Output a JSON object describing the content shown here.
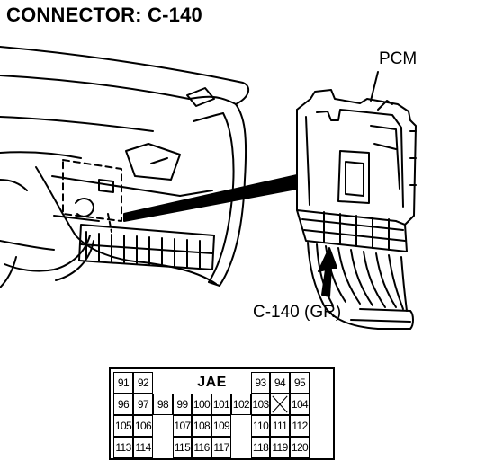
{
  "title": "CONNECTOR: C-140",
  "labels": {
    "pcm": "PCM",
    "connector": "C-140 (GR)"
  },
  "pinout": {
    "brand": "JAE",
    "rows": [
      [
        "91",
        "92",
        "",
        "",
        "",
        "",
        "",
        "93",
        "94",
        "95"
      ],
      [
        "96",
        "97",
        "98",
        "99",
        "100",
        "101",
        "102",
        "103",
        "X",
        "104"
      ],
      [
        "105",
        "106",
        "",
        "107",
        "108",
        "109",
        "",
        "110",
        "111",
        "112"
      ],
      [
        "113",
        "114",
        "",
        "115",
        "116",
        "117",
        "",
        "118",
        "119",
        "120"
      ]
    ]
  }
}
